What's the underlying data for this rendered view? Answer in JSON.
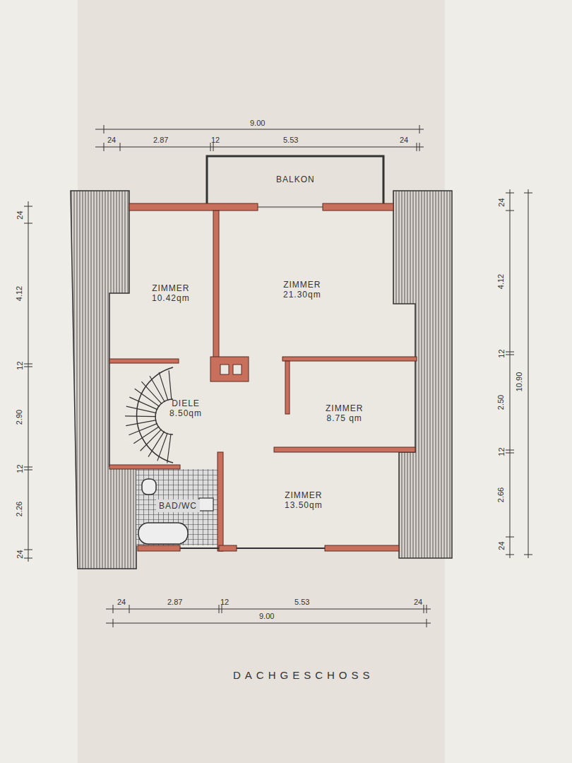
{
  "diagram": {
    "caption": "DACHGESCHOSS",
    "nodes": [
      {
        "text": [
          "BALKON"
        ]
      },
      {
        "text": [
          "ZIMMER",
          "10.42qm"
        ]
      },
      {
        "text": [
          "ZIMMER",
          "21.30qm"
        ]
      },
      {
        "text": [
          "DIELE",
          "8.50qm"
        ]
      },
      {
        "text": [
          "ZIMMER",
          "8.75 qm"
        ]
      },
      {
        "text": [
          "BAD/WC"
        ]
      },
      {
        "text": [
          "ZIMMER",
          "13.50qm"
        ]
      }
    ],
    "labels": [
      "9.00",
      "24",
      "2.87",
      "12",
      "5.53",
      "24",
      "24",
      "4.12",
      "12",
      "2.90",
      "12",
      "2.26",
      "24",
      "24",
      "4.12",
      "12",
      "2.50",
      "12",
      "2.66",
      "24",
      "10.90",
      "24",
      "2.87",
      "12",
      "5.53",
      "24",
      "9.00"
    ]
  }
}
